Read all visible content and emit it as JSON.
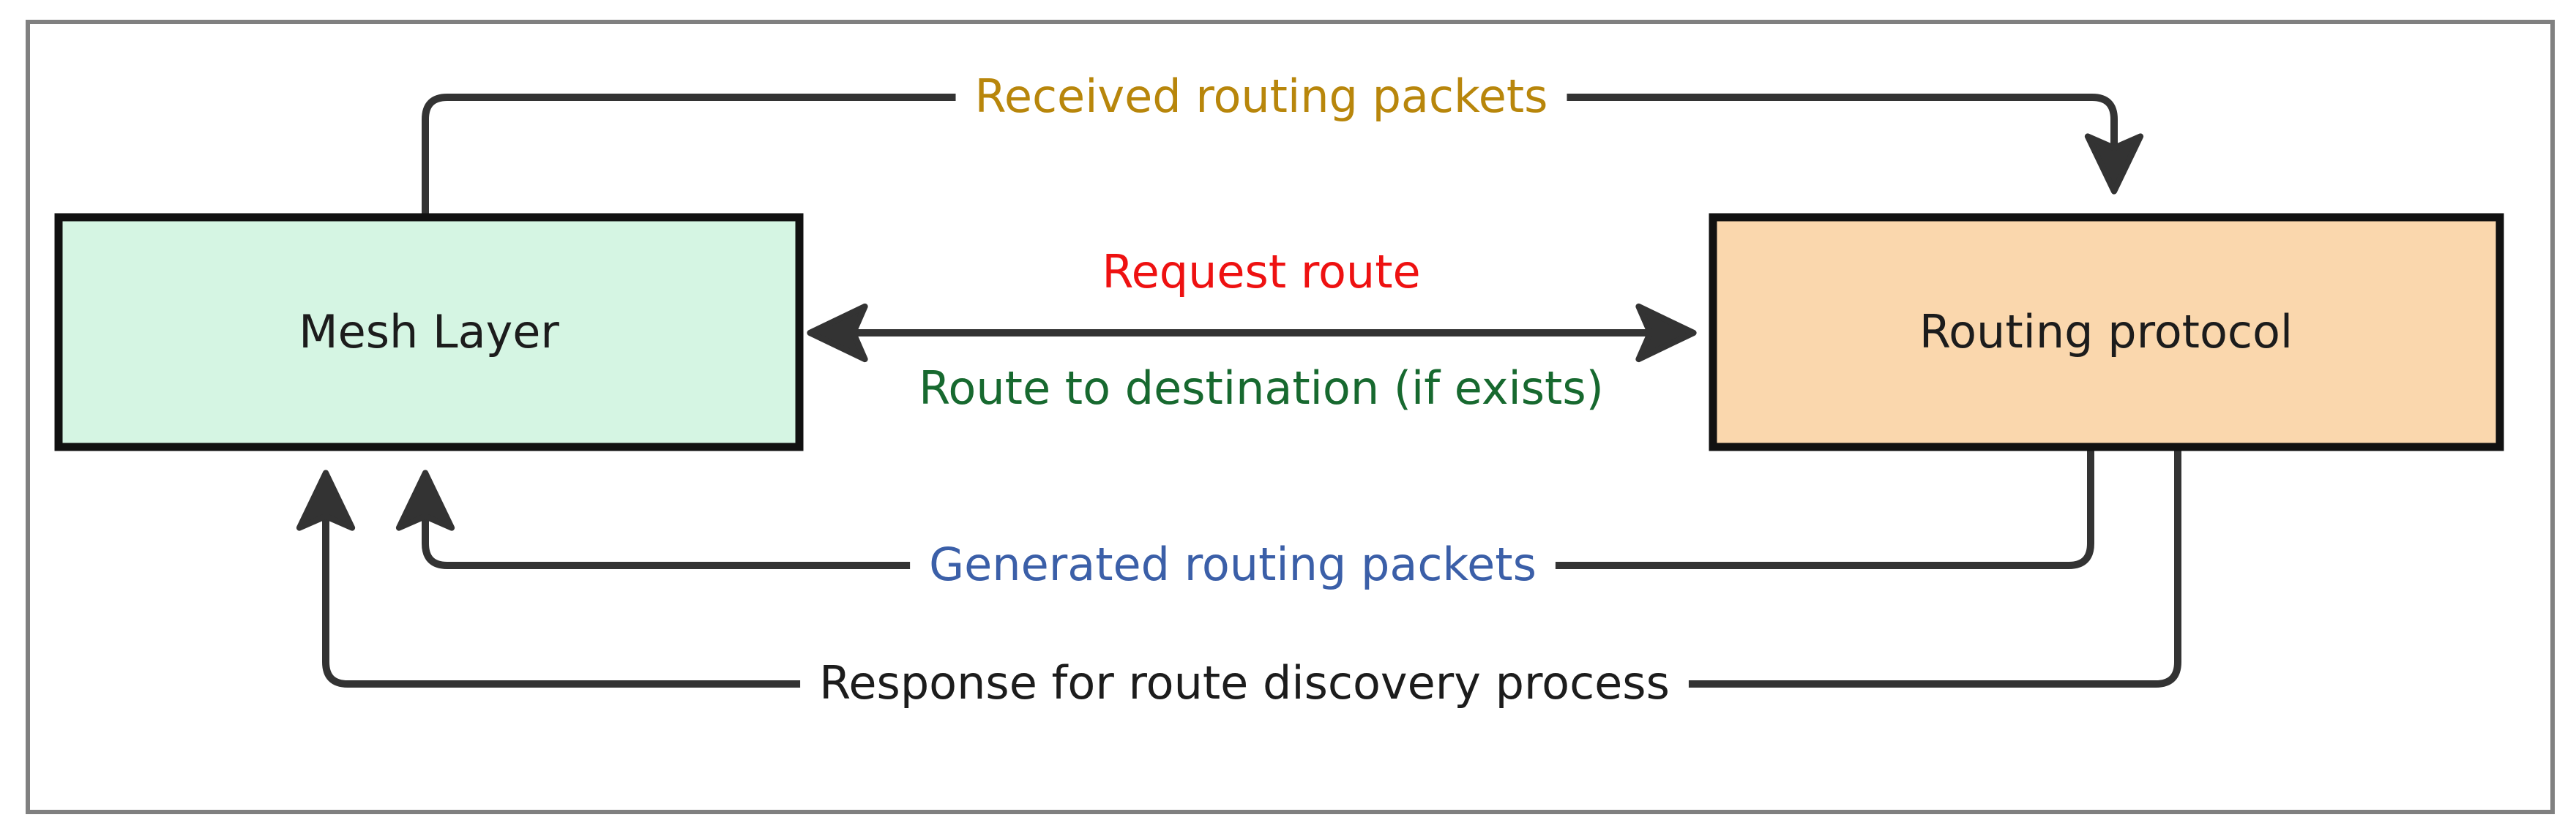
{
  "figure": {
    "name": "mesh-layer-routing-protocol-interaction-diagram",
    "frame_color": "#808080",
    "background": "#ffffff",
    "line_color": "#333333"
  },
  "nodes": [
    {
      "id": "mesh-layer",
      "label": "Mesh Layer",
      "fill": "#d5f5e3",
      "border": "#111111",
      "text_color": "#1c1c1c"
    },
    {
      "id": "routing-protocol",
      "label": "Routing protocol",
      "fill": "#fad7ad",
      "border": "#111111",
      "text_color": "#1c1c1c"
    }
  ],
  "edges": [
    {
      "id": "received-routing-packets",
      "label": "Received routing packets",
      "color": "#b8860b",
      "from": "mesh-layer",
      "to": "routing-protocol",
      "direction": "mesh-to-routing",
      "route": "top"
    },
    {
      "id": "request-route",
      "label": "Request route",
      "color": "#ee1111",
      "from": "mesh-layer",
      "to": "routing-protocol",
      "direction": "mesh-to-routing",
      "route": "middle"
    },
    {
      "id": "route-to-destination",
      "label": "Route to destination (if exists)",
      "color": "#17692f",
      "from": "routing-protocol",
      "to": "mesh-layer",
      "direction": "routing-to-mesh",
      "route": "middle"
    },
    {
      "id": "generated-routing-packets",
      "label": "Generated routing packets",
      "color": "#3b5fa8",
      "from": "routing-protocol",
      "to": "mesh-layer",
      "direction": "routing-to-mesh",
      "route": "bottom-inner"
    },
    {
      "id": "response-for-route-discovery",
      "label": "Response for route discovery process",
      "color": "#1c1c1c",
      "from": "routing-protocol",
      "to": "mesh-layer",
      "direction": "routing-to-mesh",
      "route": "bottom-outer"
    }
  ],
  "chart_data": {
    "type": "diagram",
    "title": "",
    "blocks": [
      "Mesh Layer",
      "Routing protocol"
    ],
    "connections": [
      {
        "from": "Mesh Layer",
        "to": "Routing protocol",
        "label": "Received routing packets"
      },
      {
        "from": "Mesh Layer",
        "to": "Routing protocol",
        "label": "Request route"
      },
      {
        "from": "Routing protocol",
        "to": "Mesh Layer",
        "label": "Route to destination (if exists)"
      },
      {
        "from": "Routing protocol",
        "to": "Mesh Layer",
        "label": "Generated routing packets"
      },
      {
        "from": "Routing protocol",
        "to": "Mesh Layer",
        "label": "Response for route discovery process"
      }
    ]
  }
}
